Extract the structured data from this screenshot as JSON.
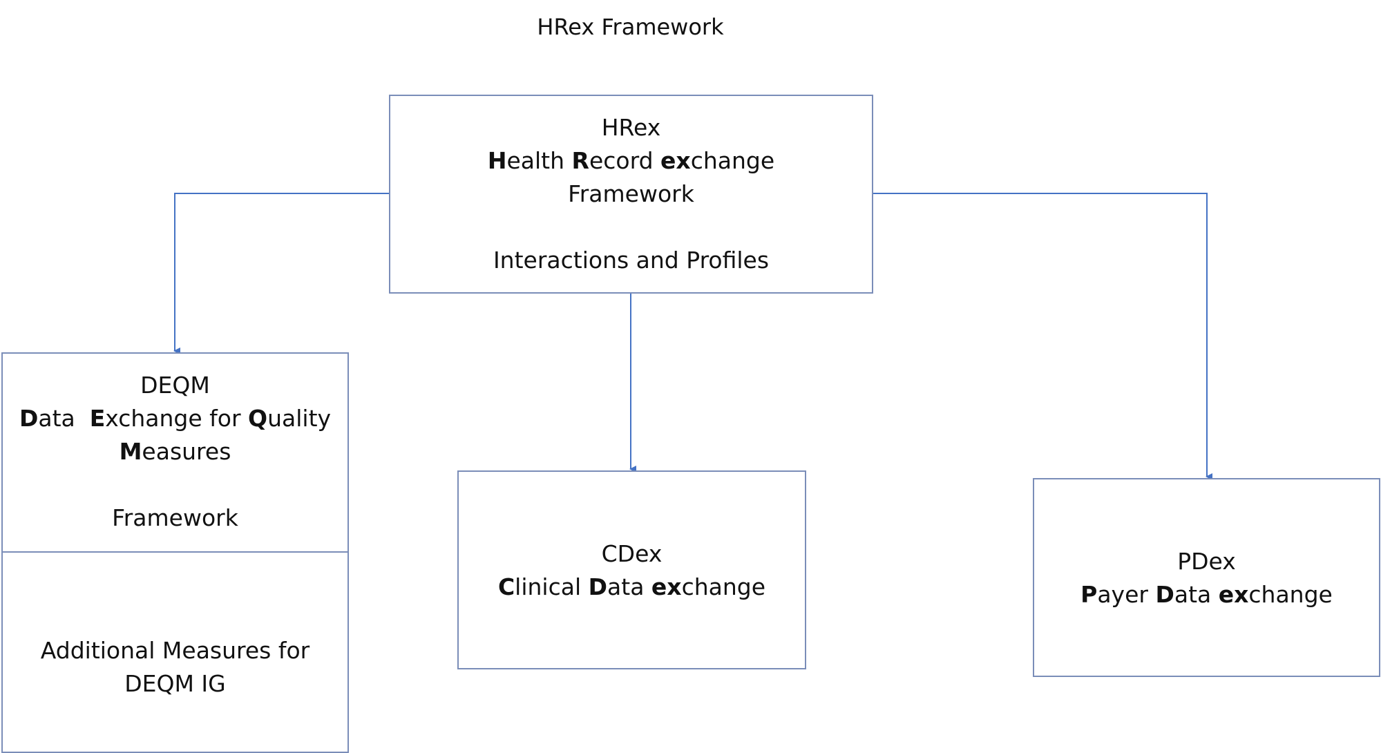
{
  "diagram": {
    "title": "HRex Framework",
    "colors": {
      "connector": "#4472c4",
      "box_border": "#7a8db8"
    },
    "nodes": {
      "hrex": {
        "abbr": "HRex",
        "name_parts": [
          [
            "H",
            "ealth "
          ],
          [
            "R",
            "ecord "
          ],
          [
            "ex",
            "change"
          ]
        ],
        "subtitle": "Framework",
        "note": "Interactions and Profiles"
      },
      "deqm": {
        "abbr": "DEQM",
        "line1": [
          [
            "D",
            "ata  "
          ],
          [
            "E",
            "xchange for "
          ],
          [
            "Q",
            "uality"
          ]
        ],
        "line2": [
          [
            "M",
            "easures"
          ]
        ],
        "subtitle": "Framework",
        "additional": [
          "Additional Measures for",
          "DEQM IG"
        ]
      },
      "cdex": {
        "abbr": "CDex",
        "name_parts": [
          [
            "C",
            "linical "
          ],
          [
            "D",
            "ata "
          ],
          [
            "ex",
            "change"
          ]
        ]
      },
      "pdex": {
        "abbr": "PDex",
        "name_parts": [
          [
            "P",
            "ayer "
          ],
          [
            "D",
            "ata "
          ],
          [
            "ex",
            "change"
          ]
        ]
      }
    }
  }
}
